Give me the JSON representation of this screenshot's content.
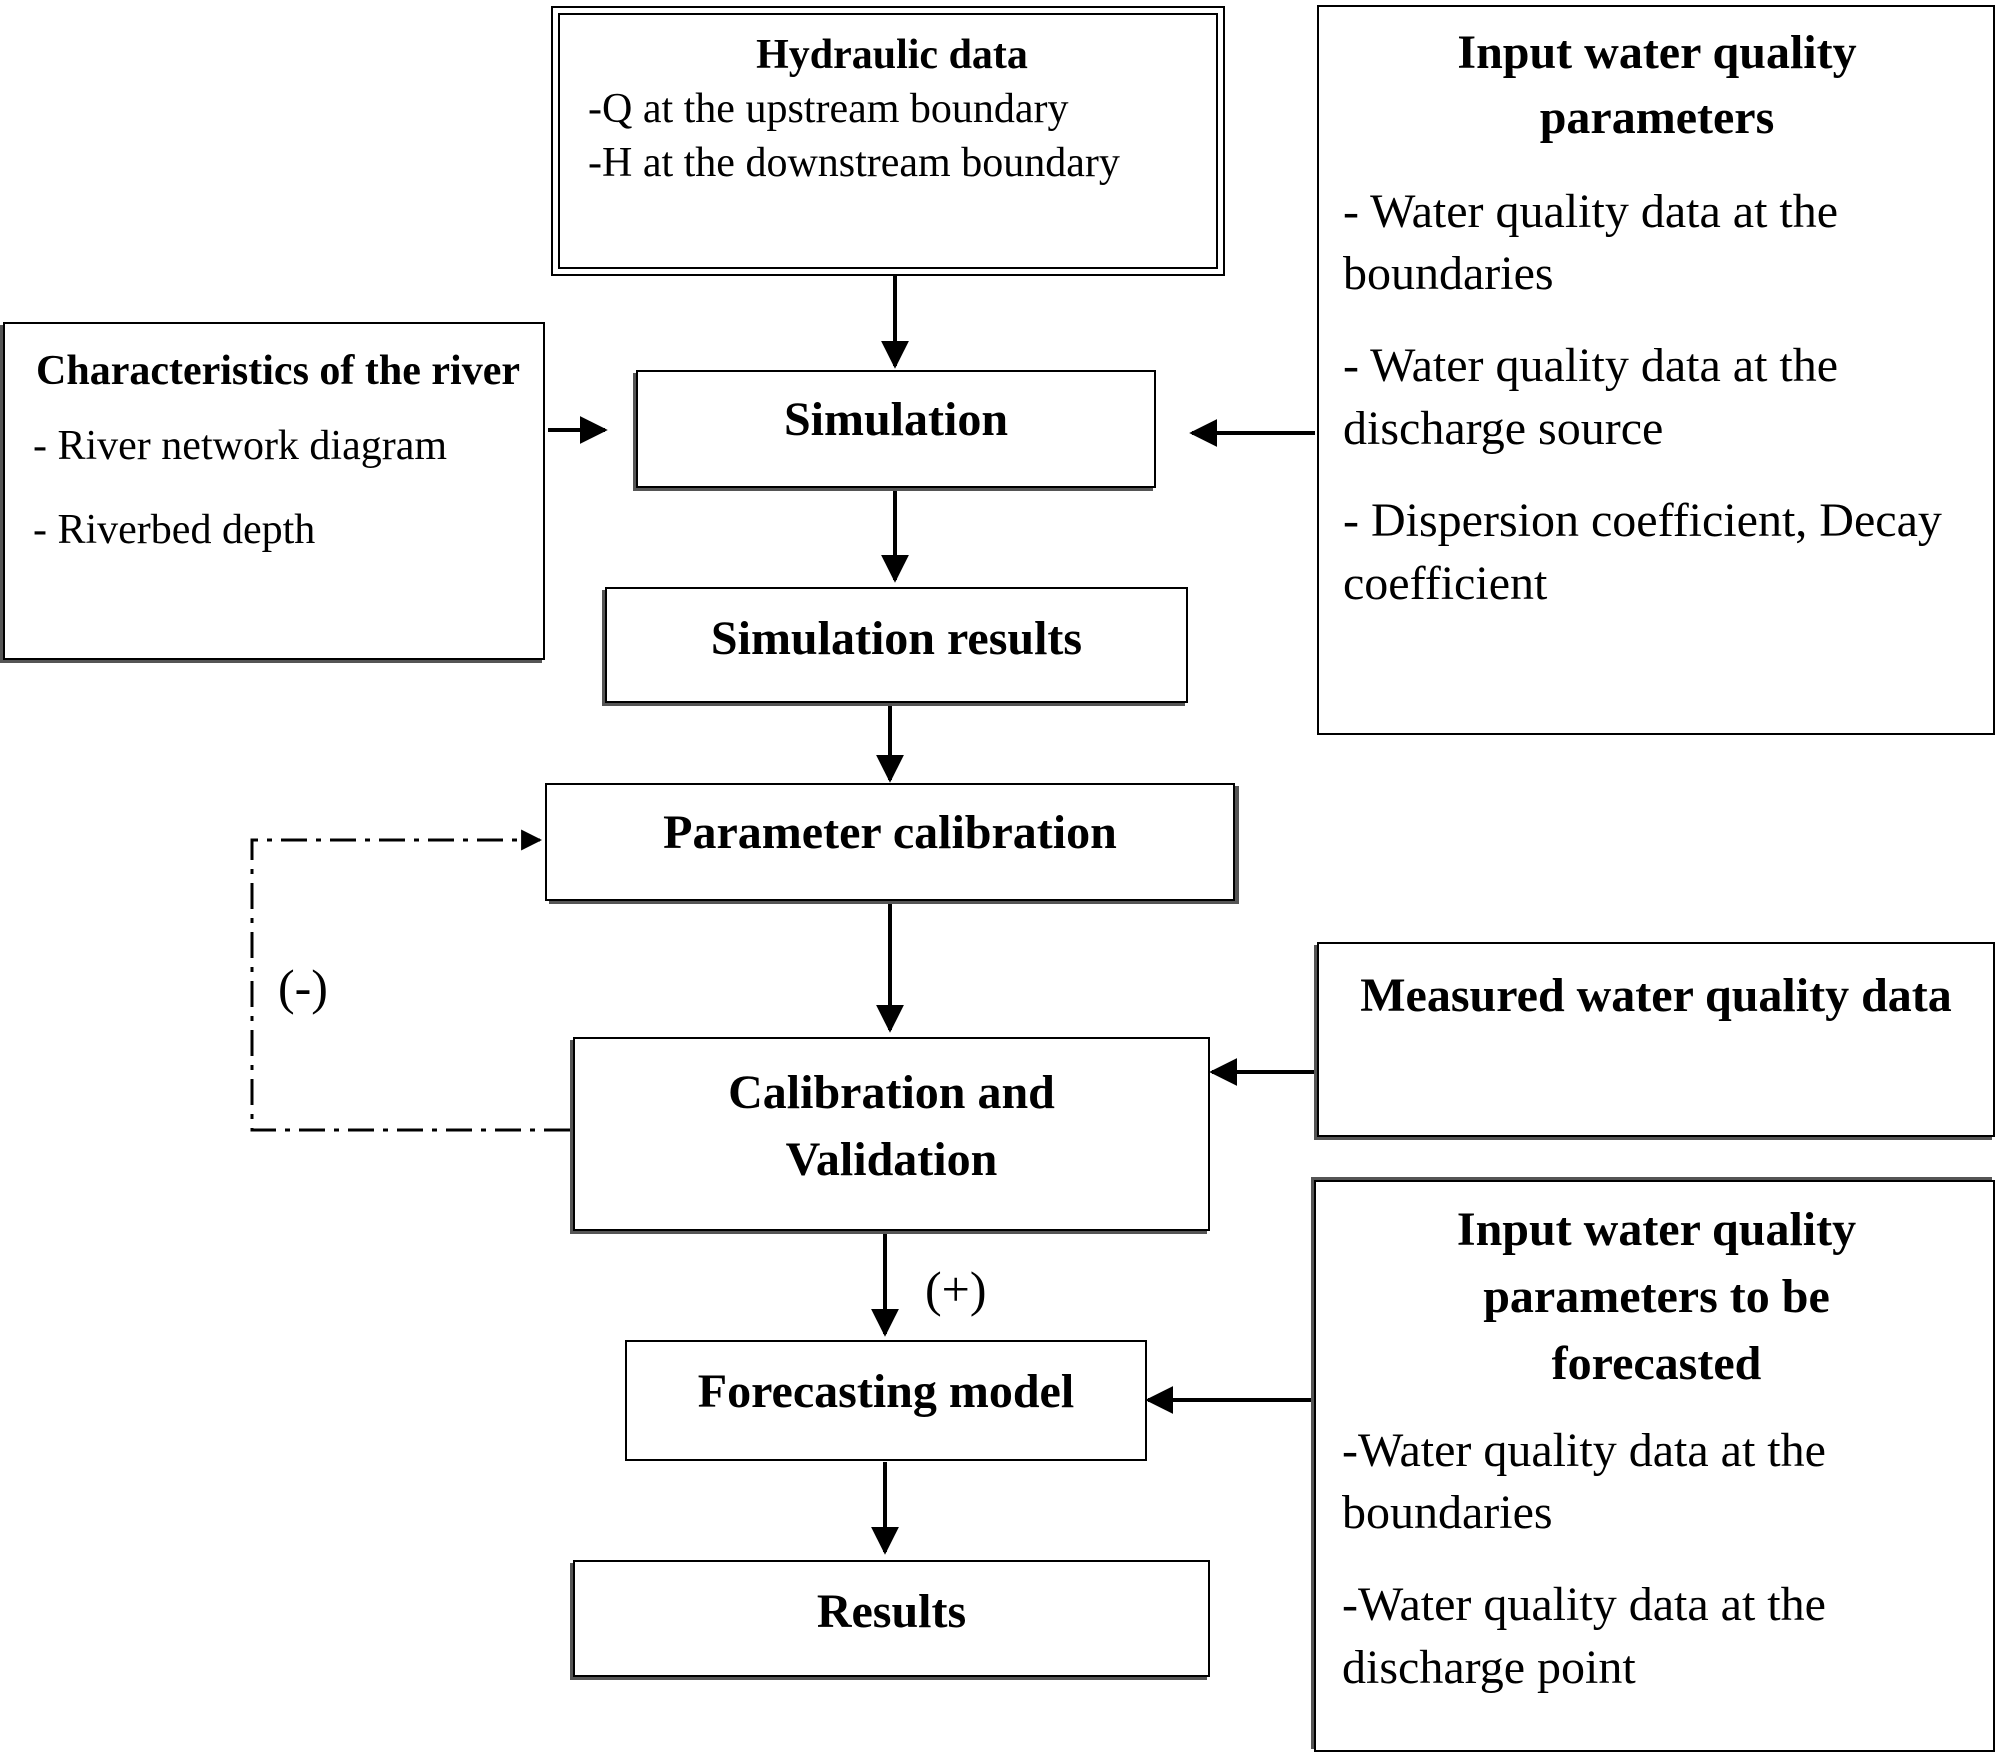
{
  "hydraulic": {
    "title": "Hydraulic data",
    "items": [
      "-Q at the upstream boundary",
      "-H at the downstream boundary"
    ]
  },
  "input_wq": {
    "title": "Input water quality parameters",
    "items": [
      "- Water quality data at the boundaries",
      "- Water quality data at the discharge source",
      "- Dispersion coefficient, Decay coefficient"
    ]
  },
  "river": {
    "title": "Characteristics of the river",
    "items": [
      "- River network diagram",
      "- Riverbed depth"
    ]
  },
  "simulation": {
    "title": "Simulation"
  },
  "simulation_results": {
    "title": "Simulation results"
  },
  "parameter_calibration": {
    "title": "Parameter calibration"
  },
  "measured": {
    "title": "Measured water quality data"
  },
  "calib_valid": {
    "title": "Calibration and Validation"
  },
  "forecasting": {
    "title": "Forecasting model"
  },
  "results": {
    "title": "Results"
  },
  "input_forecast": {
    "title": "Input water quality parameters to be forecasted",
    "items": [
      "-Water quality data at the boundaries",
      "-Water quality data at the discharge point"
    ]
  },
  "labels": {
    "negative": "(-)",
    "positive": "(+)"
  }
}
